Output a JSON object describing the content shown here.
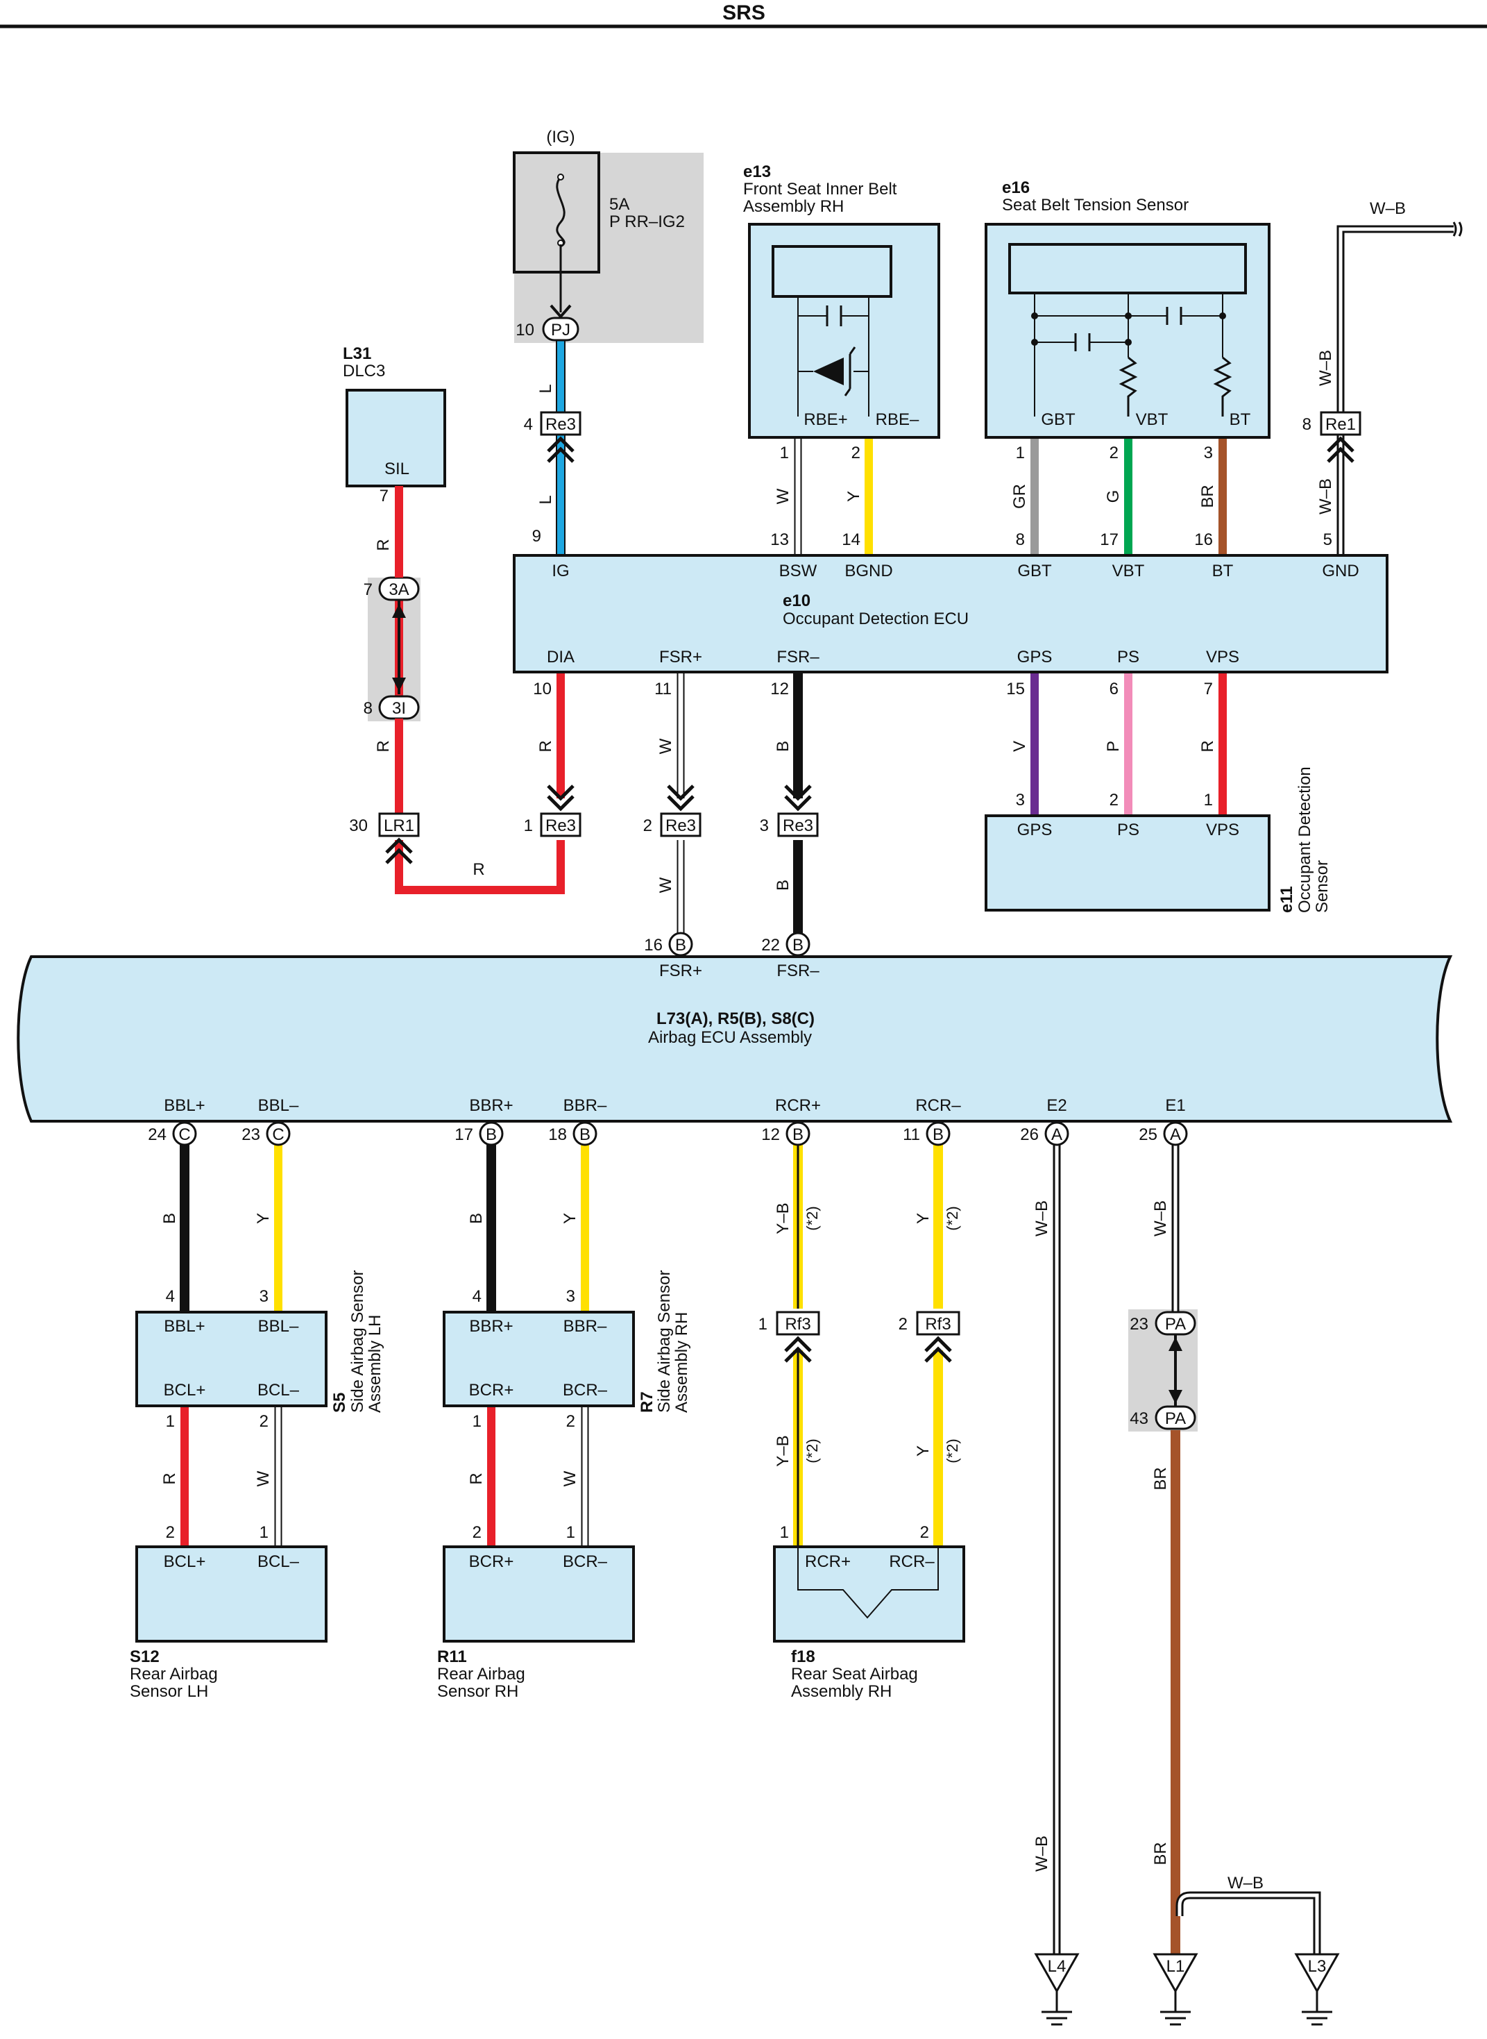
{
  "page": {
    "title": "SRS"
  },
  "components": {
    "ig_fuse": {
      "ig_label": "(IG)",
      "rating": "5A",
      "name": "P RR–IG2"
    },
    "dlc3": {
      "code": "L31",
      "name": "DLC3",
      "pin": "SIL"
    },
    "e13": {
      "code": "e13",
      "name1": "Front Seat Inner Belt",
      "name2": "Assembly RH",
      "pin1": "RBE+",
      "pin2": "RBE–"
    },
    "e16": {
      "code": "e16",
      "name": "Seat Belt Tension Sensor",
      "pin1": "GBT",
      "pin2": "VBT",
      "pin3": "BT"
    },
    "e10": {
      "code": "e10",
      "name": "Occupant Detection ECU",
      "top_pins": [
        "IG",
        "BSW",
        "BGND",
        "GBT",
        "VBT",
        "BT",
        "GND"
      ],
      "bottom_pins": [
        "DIA",
        "FSR+",
        "FSR–",
        "GPS",
        "PS",
        "VPS"
      ]
    },
    "e11": {
      "code": "e11",
      "name1": "Occupant Detection",
      "name2": "Sensor",
      "pins": [
        "GPS",
        "PS",
        "VPS"
      ]
    },
    "airbag_ecu": {
      "code": "L73(A), R5(B), S8(C)",
      "name": "Airbag ECU Assembly",
      "top_pins": [
        "FSR+",
        "FSR–"
      ],
      "bottom_pins": [
        "BBL+",
        "BBL–",
        "BBR+",
        "BBR–",
        "RCR+",
        "RCR–",
        "E2",
        "E1"
      ]
    },
    "s5": {
      "code": "S5",
      "name1": "Side Airbag Sensor",
      "name2": "Assembly LH",
      "pins": [
        "BBL+",
        "BBL–",
        "BCL+",
        "BCL–"
      ]
    },
    "r7": {
      "code": "R7",
      "name1": "Side Airbag Sensor",
      "name2": "Assembly RH",
      "pins": [
        "BBR+",
        "BBR–",
        "BCR+",
        "BCR–"
      ]
    },
    "s12": {
      "code": "S12",
      "name1": "Rear Airbag",
      "name2": "Sensor LH",
      "pins": [
        "BCL+",
        "BCL–"
      ]
    },
    "r11": {
      "code": "R11",
      "name1": "Rear Airbag",
      "name2": "Sensor RH",
      "pins": [
        "BCR+",
        "BCR–"
      ]
    },
    "f18": {
      "code": "f18",
      "name1": "Rear Seat Airbag",
      "name2": "Assembly RH",
      "pins": [
        "RCR+",
        "RCR–"
      ]
    }
  },
  "connectors": {
    "pj": "PJ",
    "re3": "Re3",
    "re1": "Re1",
    "j3a": "3A",
    "j3i": "3I",
    "lr1": "LR1",
    "ecu_b": "B",
    "ecu_c": "C",
    "ecu_a": "A",
    "rf3": "Rf3",
    "pa": "PA"
  },
  "grounds": [
    "L4",
    "L1",
    "L3"
  ],
  "wire_labels": {
    "l": "L",
    "r": "R",
    "w": "W",
    "y": "Y",
    "gr": "GR",
    "g": "G",
    "br": "BR",
    "wb": "W–B",
    "b": "B",
    "v": "V",
    "p": "P",
    "yb": "Y–B",
    "note": "(*2)"
  },
  "pin_numbers": {
    "pj": "10",
    "re3_ig_top": "4",
    "ig_ecu": "9",
    "dlc": "7",
    "j3a": "7",
    "j3i": "8",
    "lr1": "30",
    "re3_1": "1",
    "re3_2": "2",
    "re3_3": "3",
    "dia": "10",
    "fsrp": "11",
    "fsrm": "12",
    "e13_1": "1",
    "e13_2": "2",
    "bsw": "13",
    "bgnd": "14",
    "e16_1": "1",
    "e16_2": "2",
    "e16_3": "3",
    "gbt": "8",
    "vbt": "17",
    "bt": "16",
    "re1": "8",
    "gnd": "5",
    "gps": "15",
    "ps": "6",
    "vps": "7",
    "e11_gps": "3",
    "e11_ps": "2",
    "e11_vps": "1",
    "ecu_fsrp": "16",
    "ecu_fsrm": "22",
    "bblp": "24",
    "bblm": "23",
    "bbrp": "17",
    "bbrm": "18",
    "rcrp": "12",
    "rcrm": "11",
    "e2": "26",
    "e1": "25",
    "s5_4": "4",
    "s5_3": "3",
    "s5_1": "1",
    "s5_2": "2",
    "r7_4": "4",
    "r7_3": "3",
    "r7_1": "1",
    "r7_2": "2",
    "s12_2": "2",
    "s12_1": "1",
    "r11_2": "2",
    "r11_1": "1",
    "rf3_1": "1",
    "rf3_2": "2",
    "f18_1": "1",
    "f18_2": "2",
    "pa_23": "23",
    "pa_43": "43"
  },
  "colors": {
    "red": "#e8202a",
    "blue": "#1ea7e1",
    "yellow": "#ffe000",
    "black": "#111111",
    "gray": "#9a9a9a",
    "green": "#00a651",
    "brown": "#a5532a",
    "violet": "#6a2c91",
    "pink": "#f28cb9",
    "white": "#ffffff",
    "component_fill": "#cde9f5",
    "splice_fill": "#d6d6d6"
  }
}
